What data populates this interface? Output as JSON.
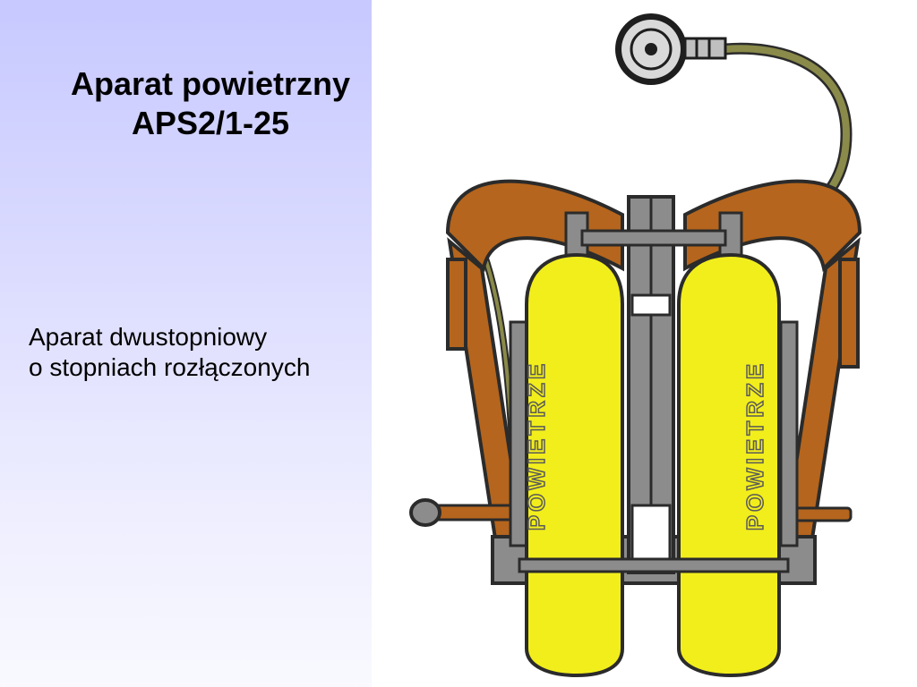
{
  "slide": {
    "title_line1": "Aparat powietrzny",
    "title_line2": "APS2/1-25",
    "body_line1": "Aparat dwustopniowy",
    "body_line2": "o stopniach rozłączonych"
  },
  "illustration": {
    "cylinder_label": "POWIETRZE",
    "colors": {
      "cylinder": "#f2ee1c",
      "harness": "#b5651d",
      "hose": "#8a8a4a",
      "frame": "#8c8c8c",
      "background_gradient_top": "#c7c9ff",
      "background_gradient_bottom": "#f9f9ff"
    }
  }
}
